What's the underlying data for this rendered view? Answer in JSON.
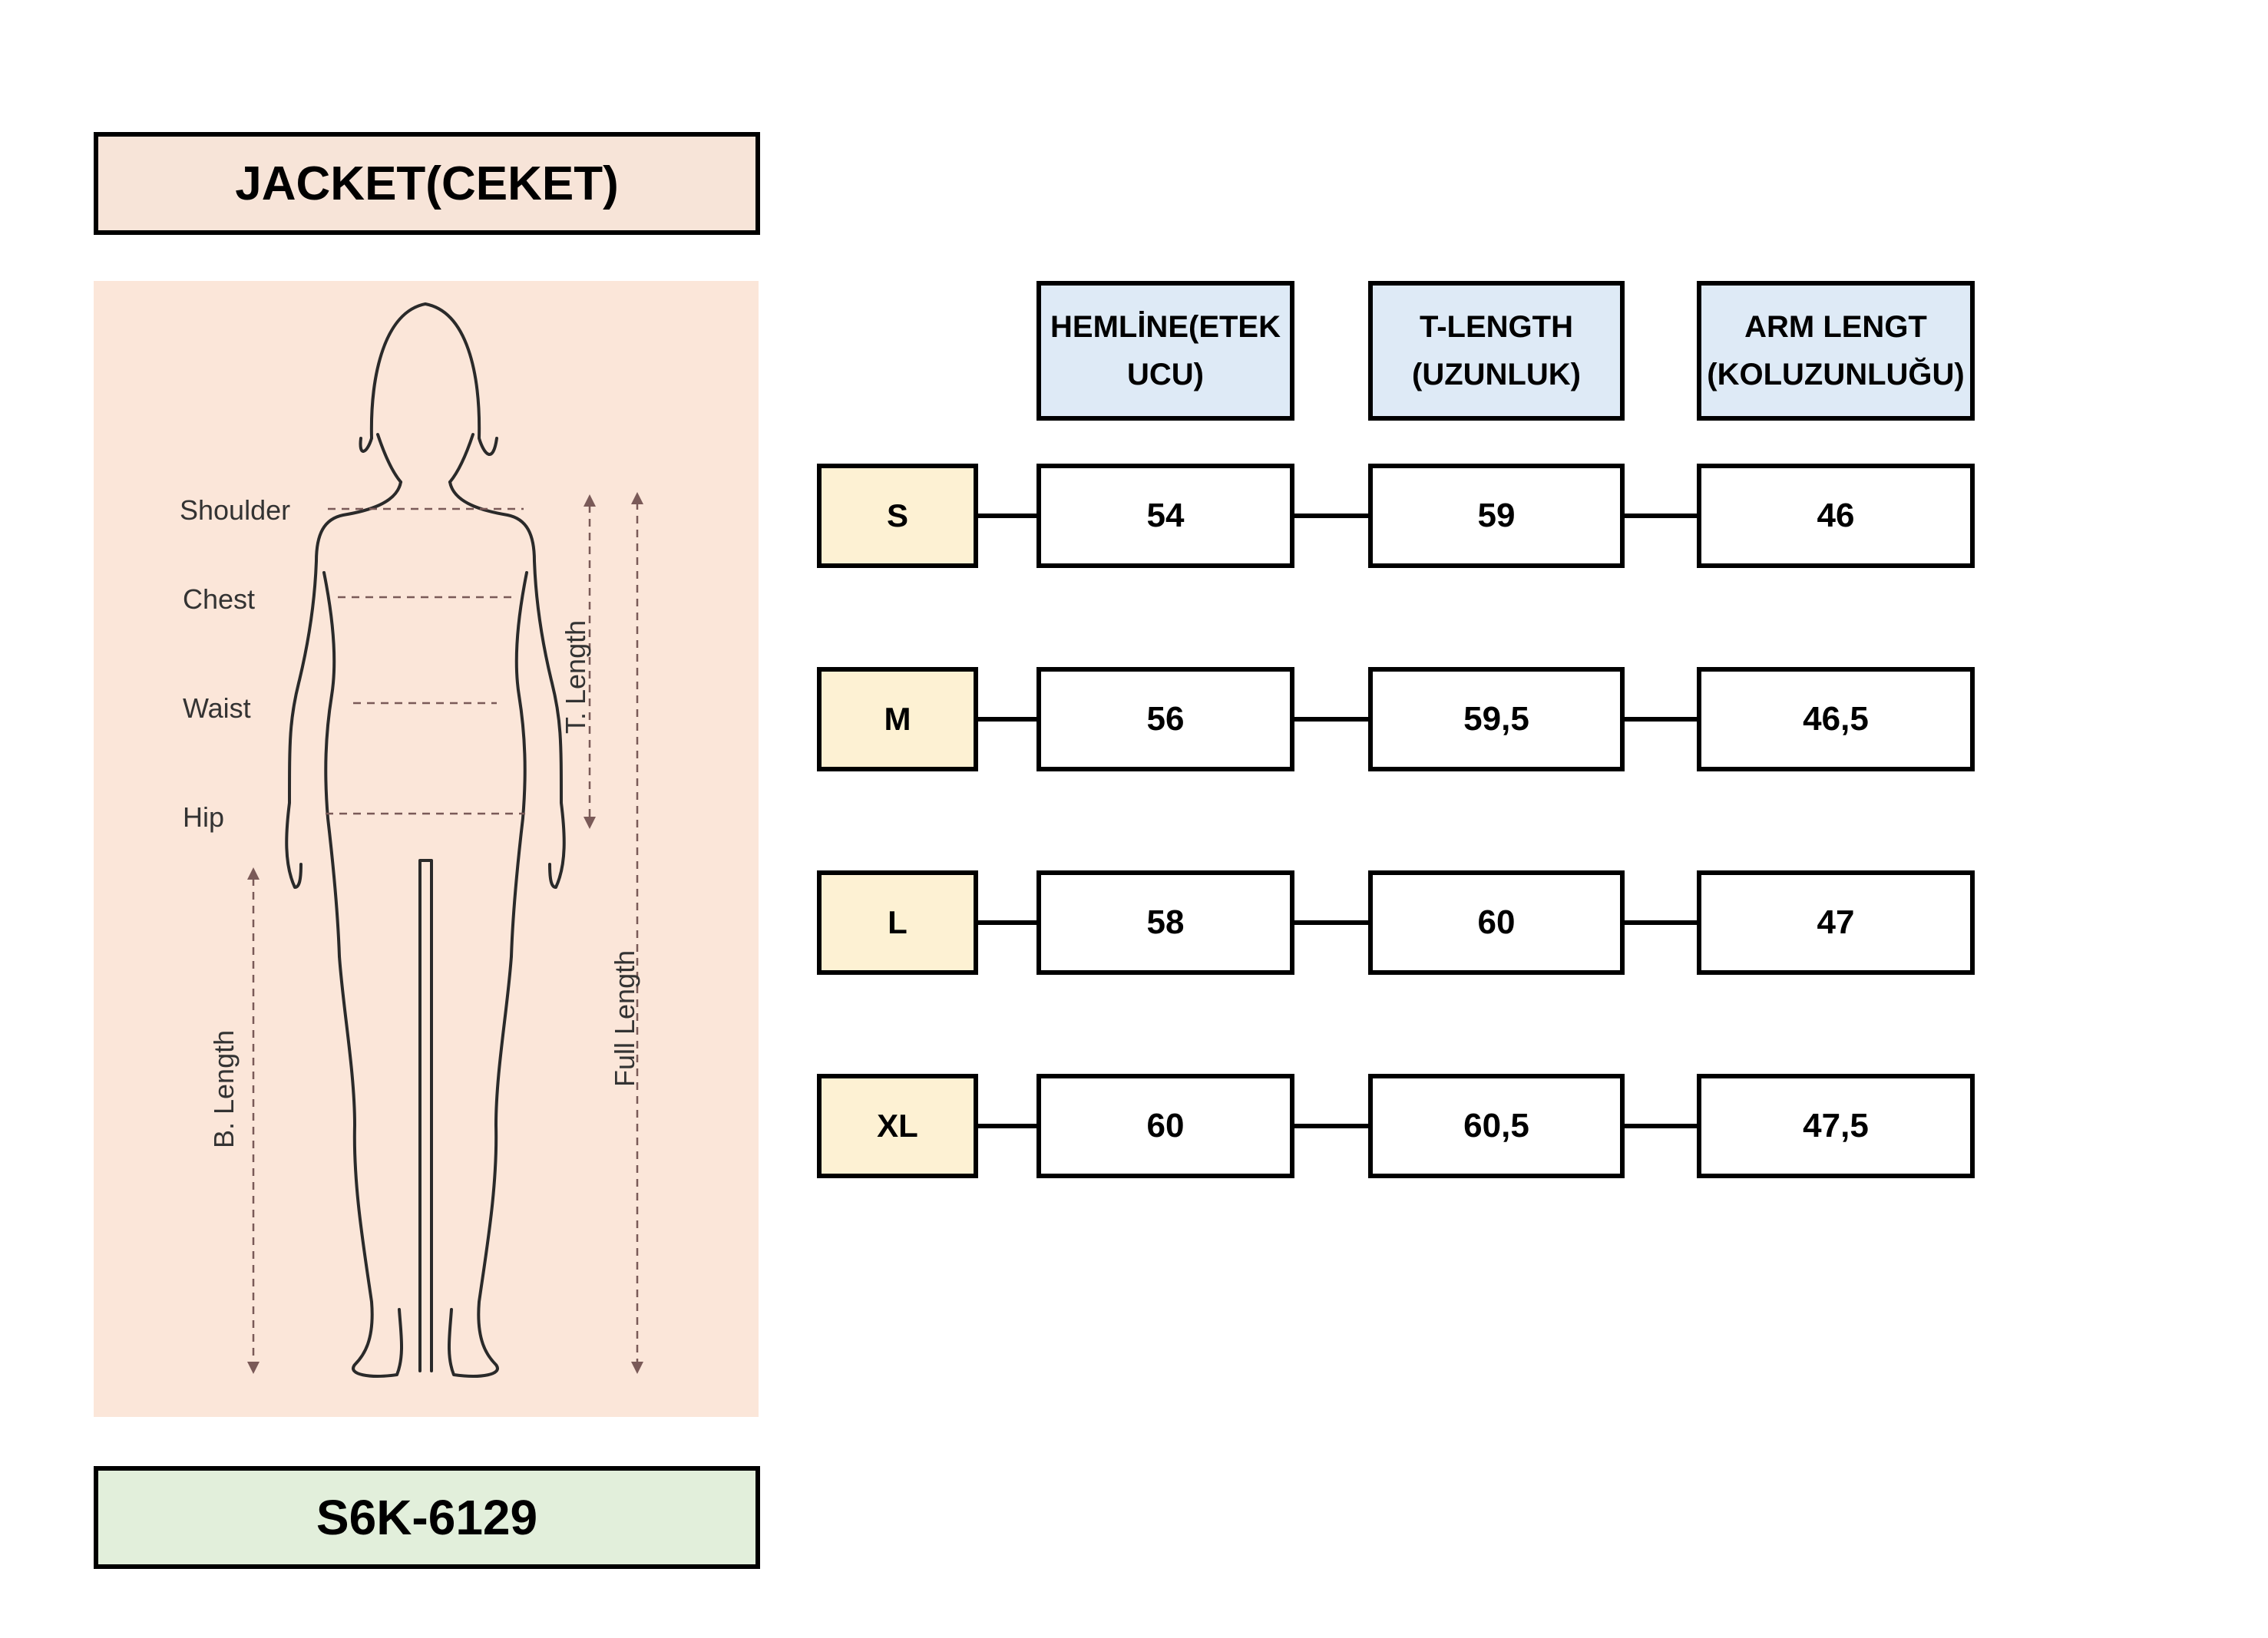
{
  "title": "JACKET(CEKET)",
  "product_code": "S6K-6129",
  "figure": {
    "labels": {
      "shoulder": "Shoulder",
      "chest": "Chest",
      "waist": "Waist",
      "hip": "Hip",
      "t_length": "T. Length",
      "b_length": "B. Length",
      "full_length": "Full Length"
    }
  },
  "columns": [
    {
      "line1": "HEMLİNE(ETEK",
      "line2": "UCU)"
    },
    {
      "line1": "T-LENGTH",
      "line2": "(UZUNLUK)"
    },
    {
      "line1": "ARM LENGT",
      "line2": "(KOLUZUNLUĞU)"
    }
  ],
  "rows": [
    {
      "size": "S",
      "values": [
        "54",
        "59",
        "46"
      ]
    },
    {
      "size": "M",
      "values": [
        "56",
        "59,5",
        "46,5"
      ]
    },
    {
      "size": "L",
      "values": [
        "58",
        "60",
        "47"
      ]
    },
    {
      "size": "XL",
      "values": [
        "60",
        "60,5",
        "47,5"
      ]
    }
  ],
  "colors": {
    "title_bg": "#f7e4d8",
    "code_bg": "#e2efdb",
    "figure_bg": "#fbe6d9",
    "header_bg": "#deeaf6",
    "size_bg": "#fdf1d3"
  }
}
